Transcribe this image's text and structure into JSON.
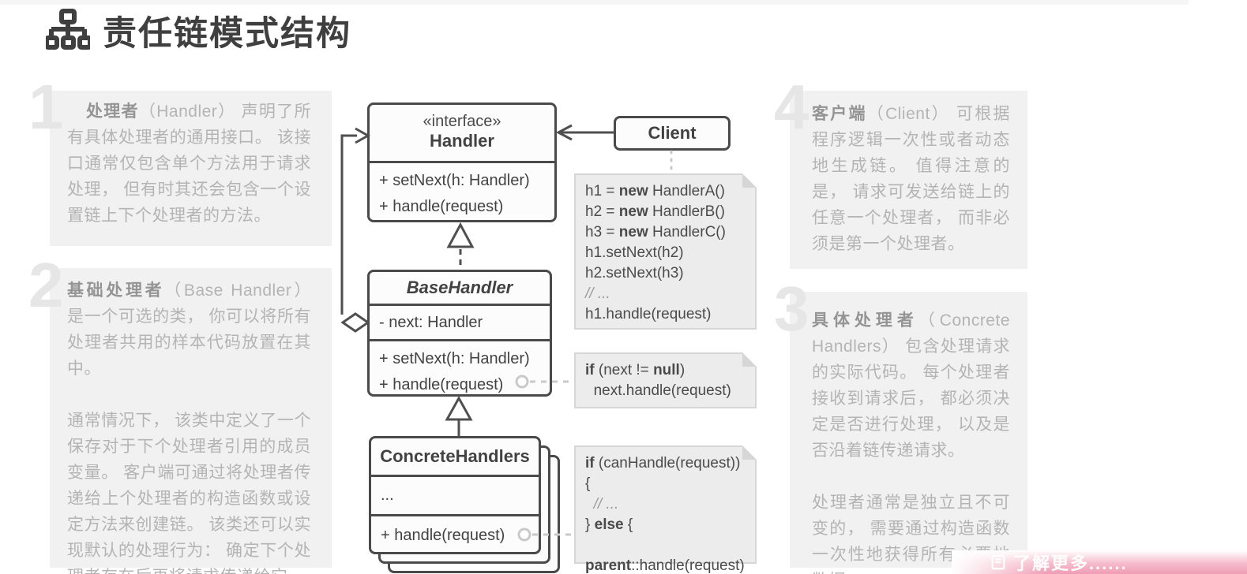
{
  "page": {
    "title": "责任链模式结构",
    "banner_label": "了解更多......"
  },
  "colors": {
    "title_text": "#3f3f3f",
    "panel_bg": "#f1f1f1",
    "panel_text": "#b4b4b4",
    "box_border": "#4a4a4a",
    "note_bg": "#ececec",
    "accent_pink": "#ef9db5"
  },
  "panels": [
    {
      "number": "1",
      "term": "处理者",
      "body": "（Handler） 声明了所有具体处理者的通用接口。 该接口通常仅包含单个方法用于请求处理， 但有时其还会包含一个设置链上下个处理者的方法。",
      "body2": ""
    },
    {
      "number": "2",
      "term": "基础处理者",
      "body": "（Base Handler） 是一个可选的类， 你可以将所有处理者共用的样本代码放置在其中。",
      "body2": "通常情况下， 该类中定义了一个保存对于下个处理者引用的成员变量。 客户端可通过将处理者传递给上个处理者的构造函数或设定方法来创建链。 该类还可以实现默认的处理行为： 确定下个处理者存在后再将请求传递给它。"
    },
    {
      "number": "3",
      "term": "具体处理者",
      "body": "（Concrete Handlers） 包含处理请求的实际代码。 每个处理者接收到请求后， 都必须决定是否进行处理， 以及是否沿着链传递请求。",
      "body2": "处理者通常是独立且不可变的， 需要通过构造函数一次性地获得所有必要地数据。"
    },
    {
      "number": "4",
      "term": "客户端",
      "body": "（Client） 可根据程序逻辑一次性或者动态地生成链。 值得注意的是， 请求可发送给链上的任意一个处理者， 而非必须是第一个处理者。",
      "body2": ""
    }
  ],
  "diagram": {
    "handler": {
      "stereotype": "«interface»",
      "name": "Handler",
      "methods": [
        "+ setNext(h: Handler)",
        "+ handle(request)"
      ]
    },
    "client": {
      "name": "Client"
    },
    "base_handler": {
      "name": "BaseHandler",
      "field": "- next: Handler",
      "methods": [
        "+ setNext(h: Handler)",
        "+ handle(request)"
      ]
    },
    "concrete_handlers": {
      "name": "ConcreteHandlers",
      "field": "...",
      "method": "+ handle(request)"
    },
    "client_code_note": {
      "lines": [
        "h1 = **new** HandlerA()",
        "h2 = **new** HandlerB()",
        "h3 = **new** HandlerC()",
        "h1.setNext(h2)",
        "h2.setNext(h3)",
        "// ...",
        "h1.handle(request)"
      ]
    },
    "base_handler_note": {
      "lines": [
        "**if** (next != **null**)",
        "  next.handle(request)"
      ]
    },
    "concrete_handler_note": {
      "lines": [
        "**if** (canHandle(request)) {",
        "  // ...",
        "} **else** {",
        "  **parent**::handle(request)",
        "}"
      ]
    }
  }
}
